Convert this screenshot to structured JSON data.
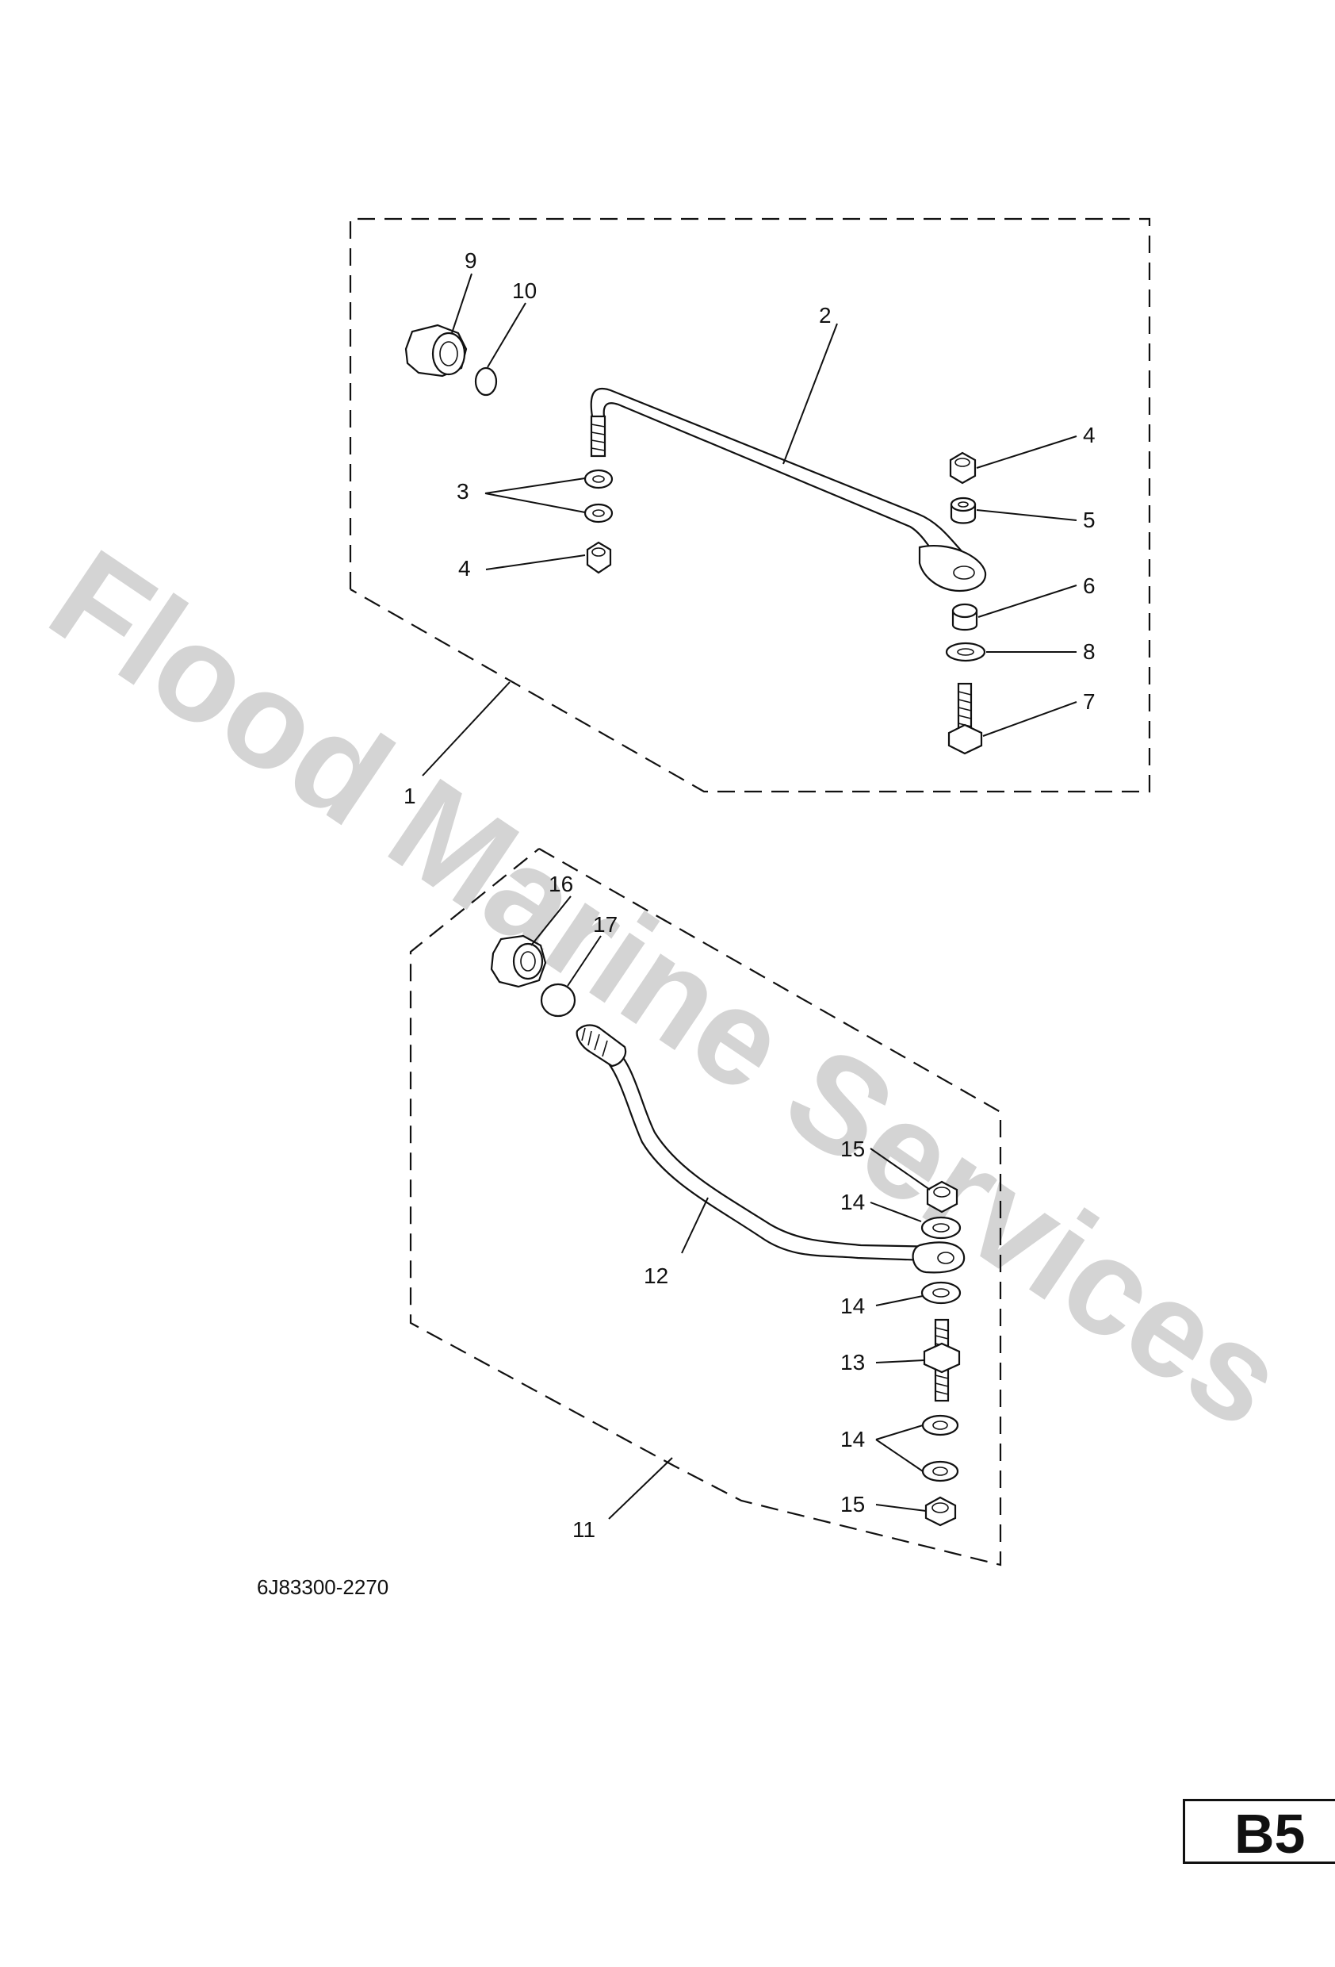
{
  "watermark": "Flood Marine Services",
  "drawing_code": "6J83300-2270",
  "page_tag": "B5",
  "callouts": {
    "c1": "1",
    "c2": "2",
    "c3": "3",
    "c4a": "4",
    "c4b": "4",
    "c5": "5",
    "c6": "6",
    "c7": "7",
    "c8": "8",
    "c9": "9",
    "c10": "10",
    "c11": "11",
    "c12": "12",
    "c13": "13",
    "c14a": "14",
    "c14b": "14",
    "c14c": "14",
    "c15a": "15",
    "c15b": "15",
    "c16": "16",
    "c17": "17"
  }
}
